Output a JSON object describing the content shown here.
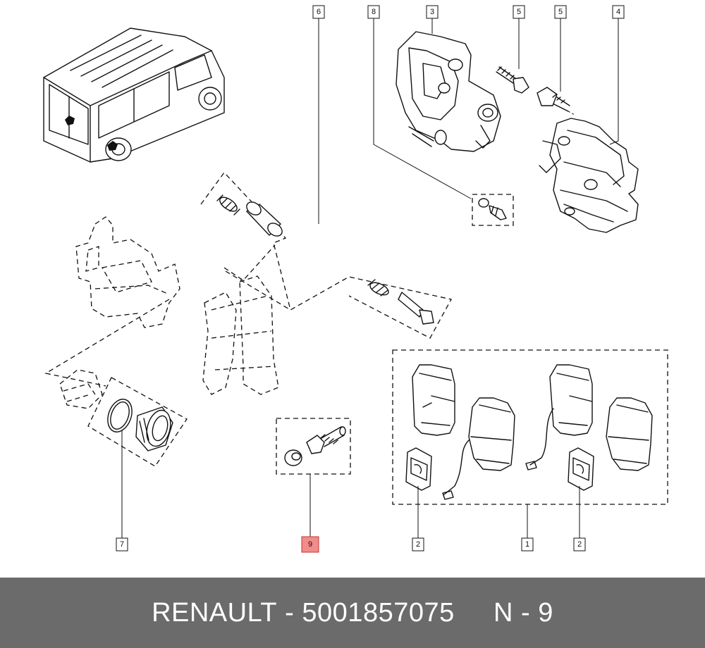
{
  "callouts": [
    {
      "label": "6"
    },
    {
      "label": "8"
    },
    {
      "label": "3"
    },
    {
      "label": "5"
    },
    {
      "label": "5"
    },
    {
      "label": "4"
    },
    {
      "label": "7"
    },
    {
      "label": "9"
    },
    {
      "label": "2"
    },
    {
      "label": "1"
    },
    {
      "label": "2"
    }
  ],
  "highlight_color": "#f28b8b",
  "footer": {
    "brand": "RENAULT",
    "separator": " - ",
    "part_number": "5001857075",
    "position_prefix": "N - ",
    "position_value": "9"
  }
}
